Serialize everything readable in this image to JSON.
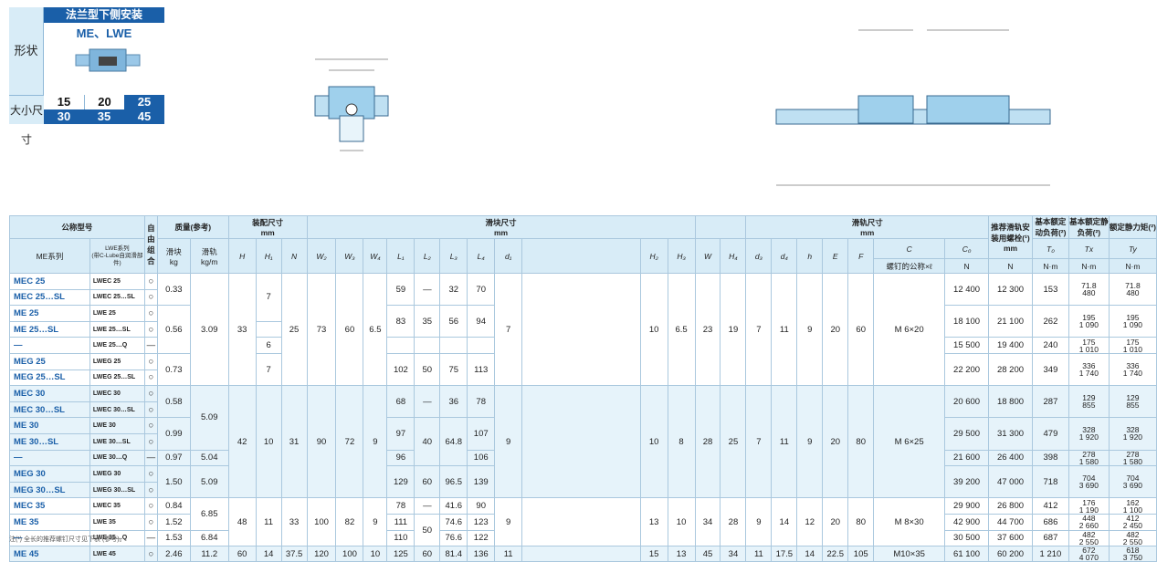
{
  "header": {
    "title": "法兰型下侧安装",
    "shape_label": "形状",
    "series": "ME、LWE",
    "size_label": "大小尺寸",
    "sizes": [
      "15",
      "20",
      "25",
      "30",
      "35",
      "45"
    ]
  },
  "head": {
    "model": "公称型号",
    "free": "自由组合",
    "mass": "质量(参考)",
    "assembly": "装配尺寸",
    "assembly_unit": "mm",
    "block": "滑块尺寸",
    "block_unit": "mm",
    "rail": "滑轨尺寸",
    "rail_unit": "mm",
    "bolt": "推荐滑轨安装用螺栓(¹)",
    "bolt_unit": "mm",
    "bolt_sub": "螺钉的公称×ℓ",
    "dyn": "基本额定动负荷(²)",
    "stat": "基本额定静负荷(²)",
    "moment": "额定静力矩(²)",
    "me": "ME系列",
    "lwe": "LWE系列",
    "lwe_sub": "(带C-Lube自润滑部件)",
    "kg": "kg",
    "kgm": "kg/m",
    "mass_block": "滑块",
    "mass_rail": "滑轨",
    "N": "N",
    "Nm": "N·m",
    "c_C": "C",
    "c_C0": "C₀",
    "c_T0": "T₀",
    "c_TX": "Tx",
    "c_TY": "Ty",
    "cols": [
      "H",
      "H₁",
      "N",
      "W₂",
      "W₃",
      "W₄",
      "L₁",
      "L₂",
      "L₃",
      "L₄",
      "d₁",
      "H₂",
      "H₃",
      "W",
      "H₄",
      "d₃",
      "d₄",
      "h",
      "E",
      "F"
    ]
  },
  "rows": [
    {
      "me": "MEC 25",
      "lwe": "LWEC 25",
      "fc": "○",
      "kg": "0.33",
      "L1": "59",
      "L2": "—",
      "L3": "32",
      "L4": "70",
      "C": "12 400",
      "C0": "12 300",
      "T0": "153",
      "TX": "71.8|480",
      "TY": "71.8|480"
    },
    {
      "me": "MEC 25…SL",
      "lwe": "LWEC 25…SL",
      "fc": "○"
    },
    {
      "me": "ME   25",
      "lwe": "LWE   25",
      "fc": "○",
      "kg": "0.56",
      "L1": "83",
      "L2": "35",
      "L3": "56",
      "L4": "94",
      "C": "18 100",
      "C0": "21 100",
      "T0": "262",
      "TX": "195|1 090",
      "TY": "195|1 090"
    },
    {
      "me": "ME   25…SL",
      "lwe": "LWE   25…SL",
      "fc": "○"
    },
    {
      "me": "—",
      "lwe": "LWE   25…Q",
      "fc": "—",
      "H1": "6",
      "C": "15 500",
      "C0": "19 400",
      "T0": "240",
      "TX": "175|1 010",
      "TY": "175|1 010"
    },
    {
      "me": "MEG 25",
      "lwe": "LWEG 25",
      "fc": "○",
      "kg": "0.73",
      "H1": "7",
      "L1": "102",
      "L2": "50",
      "L3": "75",
      "L4": "113",
      "C": "22 200",
      "C0": "28 200",
      "T0": "349",
      "TX": "336|1 740",
      "TY": "336|1 740"
    },
    {
      "me": "MEG 25…SL",
      "lwe": "LWEG 25…SL",
      "fc": "○"
    },
    {
      "me": "MEC 30",
      "lwe": "LWEC 30",
      "fc": "○",
      "kg": "0.58",
      "L1": "68",
      "L2": "—",
      "L3": "36",
      "L4": "78",
      "C": "20 600",
      "C0": "18 800",
      "T0": "287",
      "TX": "129|855",
      "TY": "129|855"
    },
    {
      "me": "MEC 30…SL",
      "lwe": "LWEC 30…SL",
      "fc": "○"
    },
    {
      "me": "ME   30",
      "lwe": "LWE   30",
      "fc": "○",
      "kg": "0.99",
      "L1": "97",
      "L2": "40",
      "L3": "64.8",
      "L4": "107",
      "C": "29 500",
      "C0": "31 300",
      "T0": "479",
      "TX": "328|1 920",
      "TY": "328|1 920"
    },
    {
      "me": "ME   30…SL",
      "lwe": "LWE   30…SL",
      "fc": "○"
    },
    {
      "me": "—",
      "lwe": "LWE   30…Q",
      "fc": "—",
      "kg": "0.97",
      "kgm": "5.04",
      "L1": "96",
      "L4": "106",
      "C": "21 600",
      "C0": "26 400",
      "T0": "398",
      "TX": "278|1 580",
      "TY": "278|1 580"
    },
    {
      "me": "MEG 30",
      "lwe": "LWEG 30",
      "fc": "○",
      "kg": "1.50",
      "kgm": "5.09",
      "L1": "129",
      "L2": "60",
      "L3": "96.5",
      "L4": "139",
      "C": "39 200",
      "C0": "47 000",
      "T0": "718",
      "TX": "704|3 690",
      "TY": "704|3 690"
    },
    {
      "me": "MEG 30…SL",
      "lwe": "LWEG 30…SL",
      "fc": "○"
    },
    {
      "me": "MEC 35",
      "lwe": "LWEC 35",
      "fc": "○",
      "kg": "0.84",
      "L1": "78",
      "L2": "—",
      "L3": "41.6",
      "L4": "90",
      "C": "29 900",
      "C0": "26 800",
      "T0": "412",
      "TX": "176|1 190",
      "TY": "162|1 100"
    },
    {
      "me": "ME   35",
      "lwe": "LWE   35",
      "fc": "○",
      "kg": "1.52",
      "L1": "111",
      "L3": "74.6",
      "L4": "123",
      "C": "42 900",
      "C0": "44 700",
      "T0": "686",
      "TX": "448|2 660",
      "TY": "412|2 450"
    },
    {
      "me": "—",
      "lwe": "LWE   35…Q",
      "fc": "—",
      "kg": "1.53",
      "kgm": "6.84",
      "L1": "110",
      "L3": "76.6",
      "L4": "122",
      "C": "30 500",
      "C0": "37 600",
      "T0": "687",
      "TX": "482|2 550",
      "TY": "482|2 550"
    },
    {
      "me": "ME   45",
      "lwe": "LWE   45",
      "fc": "○",
      "kg": "2.46",
      "kgm": "11.2",
      "H": "60",
      "H1": "14",
      "N": "37.5",
      "W2": "120",
      "W3": "100",
      "W4": "10",
      "L1": "125",
      "L2": "60",
      "L3": "81.4",
      "L4": "136",
      "d1": "11",
      "H2": "15",
      "H3": "13",
      "W": "45",
      "H4": "34",
      "d3": "11",
      "d4": "17.5",
      "h": "14",
      "E": "22.5",
      "F": "105",
      "bolt": "M10×35",
      "C": "61 100",
      "C0": "60 200",
      "T0": "1 210",
      "TX": "672|4 070",
      "TY": "618|3 750"
    }
  ],
  "groups": {
    "g25": {
      "kgm": "3.09",
      "H": "33",
      "H1": "7",
      "N": "25",
      "W2": "73",
      "W3": "60",
      "W4": "6.5",
      "d1": "7",
      "H2": "10",
      "H3": "6.5",
      "W": "23",
      "H4": "19",
      "d3": "7",
      "d4": "11",
      "h": "9",
      "E": "20",
      "F": "60",
      "bolt": "M 6×20",
      "H1b": "7"
    },
    "g30": {
      "kgm": "5.09",
      "H": "42",
      "H1": "10",
      "N": "31",
      "W2": "90",
      "W3": "72",
      "W4": "9",
      "d1": "9",
      "H2": "10",
      "H3": "8",
      "W": "28",
      "H4": "25",
      "d3": "7",
      "d4": "11",
      "h": "9",
      "E": "20",
      "F": "80",
      "bolt": "M 6×25"
    },
    "g35": {
      "kgm": "6.85",
      "H": "48",
      "H1": "11",
      "N": "33",
      "W2": "100",
      "W3": "82",
      "W4": "9",
      "L2": "50",
      "d1": "9",
      "H2": "13",
      "H3": "10",
      "W": "34",
      "H4": "28",
      "d3": "9",
      "d4": "14",
      "h": "12",
      "E": "20",
      "F": "80",
      "bolt": "M 8×30"
    }
  },
  "footer": "注(¹) 全长的推荐螺钉尺寸见下表 (参考)。"
}
